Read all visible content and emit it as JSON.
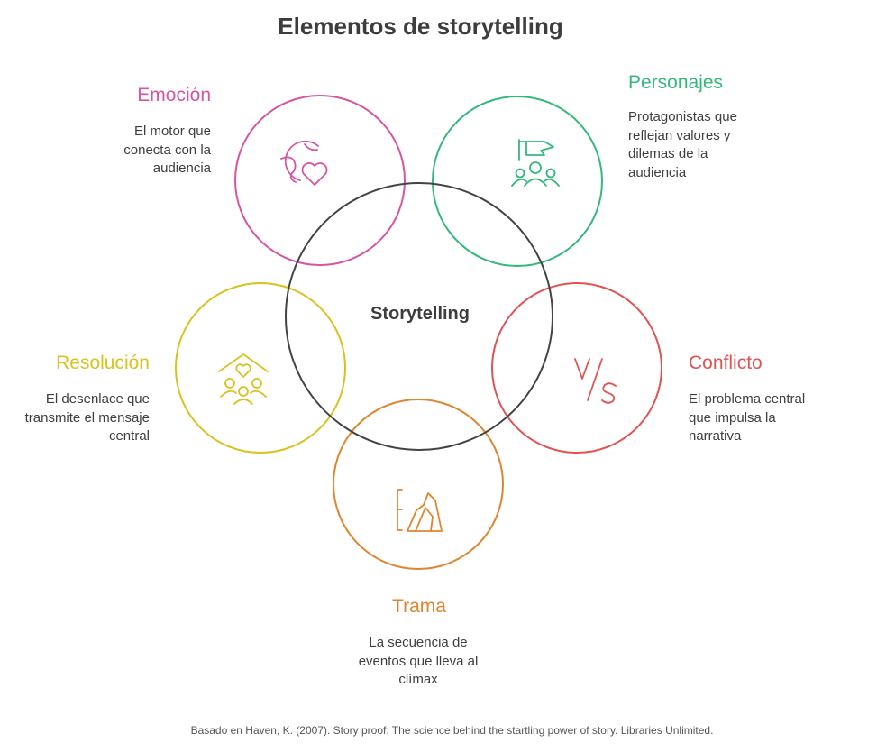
{
  "title": "Elementos de storytelling",
  "center": "Storytelling",
  "elements": {
    "emocion": {
      "label": "Emoción",
      "description": [
        "El motor que",
        "conecta con la",
        "audiencia"
      ],
      "color": "#d6559e",
      "icon": "globe-heart-icon"
    },
    "personajes": {
      "label": "Personajes",
      "description": [
        "Protagonistas que",
        "reflejan valores y",
        "dilemas de la",
        "audiencia"
      ],
      "color": "#34b97a",
      "icon": "flag-group-icon"
    },
    "resolucion": {
      "label": "Resolución",
      "description": [
        "El desenlace que",
        "transmite el mensaje",
        "central"
      ],
      "color": "#d9c21f",
      "icon": "house-heart-people-icon"
    },
    "conflicto": {
      "label": "Conflicto",
      "description": [
        "El problema central",
        "que impulsa la",
        "narrativa"
      ],
      "color": "#df5353",
      "icon": "versus-icon"
    },
    "trama": {
      "label": "Trama",
      "description": [
        "La secuencia de",
        "eventos que lleva al",
        "clímax"
      ],
      "color": "#dc8630",
      "icon": "mountain-chart-icon"
    }
  },
  "center_color": "#444444",
  "footer": "Basado en  Haven, K. (2007). Story proof: The science behind the startling power of story. Libraries Unlimited."
}
